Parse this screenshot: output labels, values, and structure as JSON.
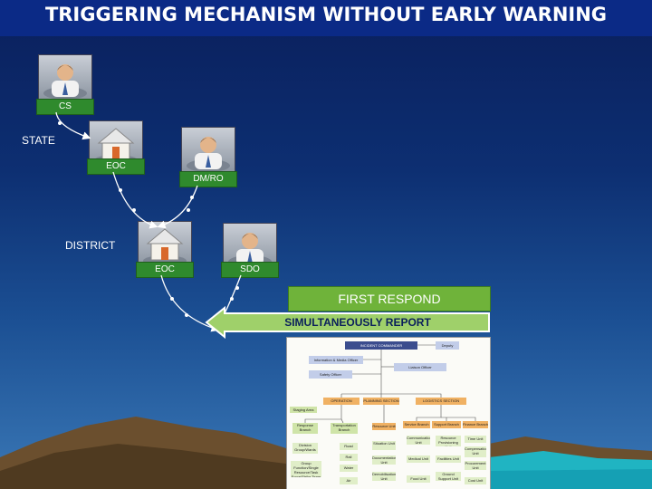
{
  "title": "TRIGGERING MECHANISM WITHOUT EARLY WARNING",
  "levels": {
    "state": "STATE",
    "district": "DISTRICT"
  },
  "nodes": {
    "cs": "CS",
    "state_eoc": "EOC",
    "dmro": "DM/RO",
    "district_eoc": "EOC",
    "sdo": "SDO"
  },
  "banners": {
    "first_respond": "FIRST RESPOND",
    "simultaneously_report": "SIMULTANEOUSLY REPORT"
  },
  "org_chart": {
    "top": "INCIDENT COMMANDER",
    "deputy": "Deputy",
    "info_media": "Information & Media Officer",
    "liaison": "Liaison Officer",
    "safety": "Safety Officer",
    "sections": [
      "OPERATION SECTION",
      "PLANNING SECTION",
      "LOGISTICS SECTION"
    ],
    "staging": "Staging Area",
    "ops_items": [
      "Response Branch",
      "Transportation Branch",
      "Division Group/Wards",
      "Road",
      "Rail",
      "Water",
      "Group Function/Single Resource/Task Force/Strike Team",
      "Air"
    ],
    "planning_items": [
      "Resource Unit",
      "Situation Unit",
      "Documentation Unit",
      "Demobilisation Unit"
    ],
    "logistics_branches": [
      "Service Branch",
      "Support Branch",
      "Finance Branch"
    ],
    "service_items": [
      "Communication Unit",
      "Medical Unit",
      "Food Unit"
    ],
    "support_items": [
      "Resource Provisioning Unit",
      "Facilities Unit",
      "Ground Support Unit"
    ],
    "finance_items": [
      "Time Unit",
      "Compensation/Claims Unit",
      "Procurement Unit",
      "Cost Unit"
    ]
  },
  "colors": {
    "title_bar": "#0b2a86",
    "node_label": "#2f8a2d",
    "banner": "#7dbb42"
  }
}
